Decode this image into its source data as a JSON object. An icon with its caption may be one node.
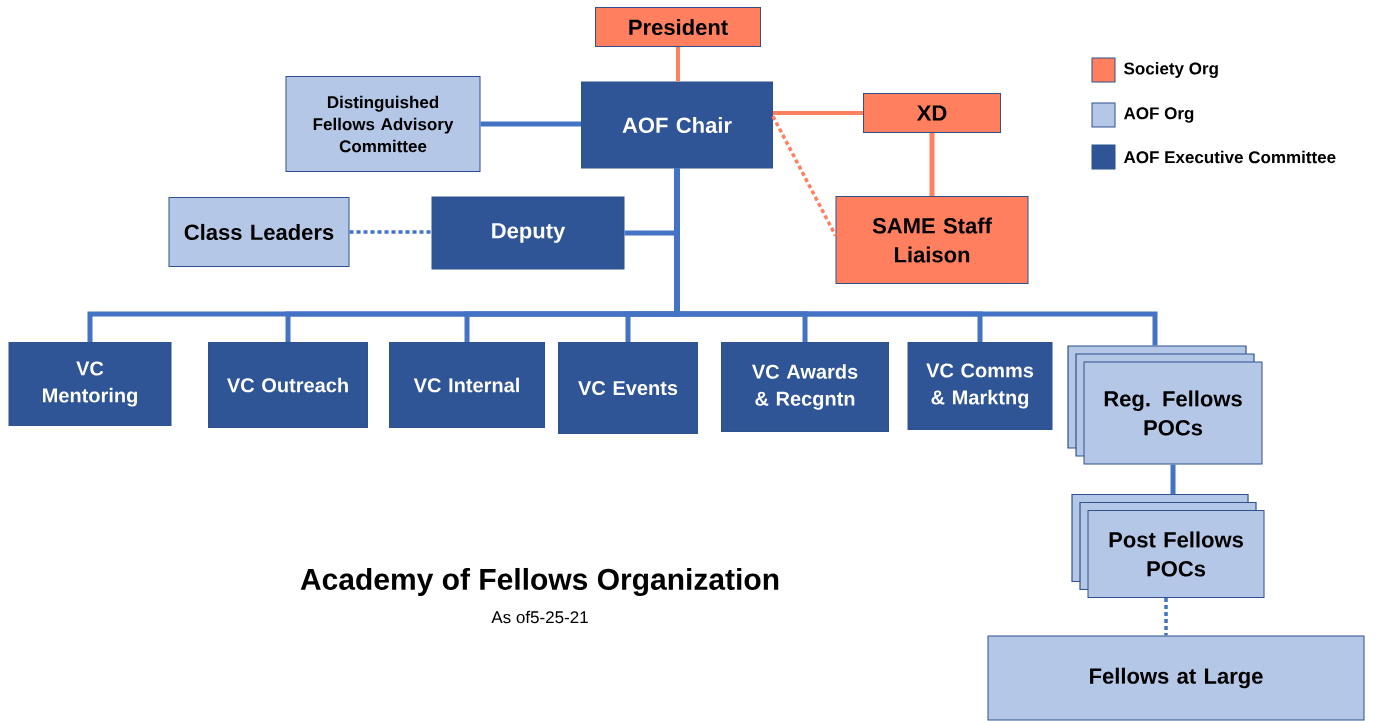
{
  "diagram": {
    "title": "Academy of Fellows Organization",
    "caption": "As of5-25-21",
    "nodes": [
      {
        "text": [
          "President"
        ]
      },
      {
        "text": [
          "AOF Chair"
        ]
      },
      {
        "text": [
          "Distinguished Fellows Advisory Committee"
        ]
      },
      {
        "text": [
          "XD"
        ]
      },
      {
        "text": [
          "SAME Staff Liaison"
        ]
      },
      {
        "text": [
          "Class Leaders"
        ]
      },
      {
        "text": [
          "Deputy"
        ]
      },
      {
        "text": [
          "VC Mentoring"
        ]
      },
      {
        "text": [
          "VC Outreach"
        ]
      },
      {
        "text": [
          "VC Internal"
        ]
      },
      {
        "text": [
          "VC Events"
        ]
      },
      {
        "text": [
          "VC Awards & Recgntn"
        ]
      },
      {
        "text": [
          "VC Comms & Marktng"
        ]
      },
      {
        "text": [
          "Reg. Fellows POCs"
        ]
      },
      {
        "text": [
          "Post Fellows POCs"
        ]
      },
      {
        "text": [
          "Fellows at Large"
        ]
      }
    ],
    "edges": [
      {
        "from": 0,
        "to": 1,
        "arrow": "none",
        "color": "#ff7f5f"
      },
      {
        "from": 1,
        "to": 2,
        "arrow": "none"
      },
      {
        "from": 1,
        "to": 3,
        "arrow": "none",
        "color": "#ff7f5f"
      },
      {
        "from": 3,
        "to": 4,
        "arrow": "none",
        "color": "#ff7f5f"
      },
      {
        "from": 1,
        "to": 4,
        "arrow": "none",
        "style": "dashed",
        "color": "#ff7f5f"
      },
      {
        "from": 5,
        "to": 6,
        "arrow": "none",
        "style": "dashed"
      },
      {
        "from": 1,
        "to": 6,
        "arrow": "none"
      },
      {
        "from": 1,
        "to": 7,
        "arrow": "none"
      },
      {
        "from": 1,
        "to": 8,
        "arrow": "none"
      },
      {
        "from": 1,
        "to": 9,
        "arrow": "none"
      },
      {
        "from": 1,
        "to": 10,
        "arrow": "none"
      },
      {
        "from": 1,
        "to": 11,
        "arrow": "none"
      },
      {
        "from": 1,
        "to": 12,
        "arrow": "none"
      },
      {
        "from": 1,
        "to": 13,
        "arrow": "none"
      },
      {
        "from": 13,
        "to": 14,
        "arrow": "none"
      },
      {
        "from": 14,
        "to": 15,
        "arrow": "none",
        "style": "dashed"
      }
    ],
    "legend": [
      {
        "text": "Society Org",
        "color": "#ff7f5f"
      },
      {
        "text": "AOF Org",
        "color": "#b4c7e7"
      },
      {
        "text": "AOF Executive Committee",
        "color": "#2f5597"
      }
    ]
  }
}
